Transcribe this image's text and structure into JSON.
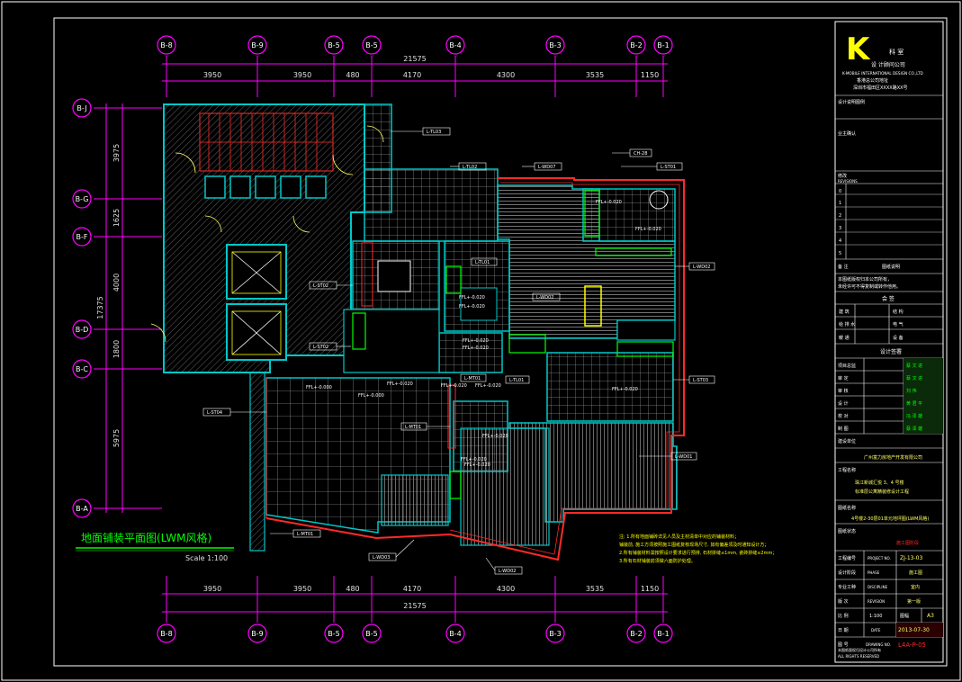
{
  "colors": {
    "background": "#000000",
    "frame": "#ffffff",
    "grid_magenta": "#ff00ff",
    "wall_cyan": "#00c8c8",
    "dim_white": "#e0e0e0",
    "red": "#ff2a2a",
    "green": "#00ff00",
    "yellow": "#ffff00",
    "title_text": "#ffff66"
  },
  "grid_top": [
    "B-8",
    "B-9",
    "B-5",
    "B-5",
    "B-4",
    "B-3",
    "B-2",
    "B-1"
  ],
  "grid_bottom": [
    "B-8",
    "B-9",
    "B-5",
    "B-5",
    "B-4",
    "B-3",
    "B-2",
    "B-1"
  ],
  "grid_left": [
    "B-J",
    "B-G",
    "B-F",
    "B-D",
    "B-C",
    "B-A"
  ],
  "dims_top": {
    "total": "21575",
    "segments": [
      "3950",
      "3950",
      "480",
      "4170",
      "4300",
      "3535",
      "1150"
    ]
  },
  "dims_bottom": {
    "total": "21575",
    "segments": [
      "3950",
      "3950",
      "480",
      "4170",
      "4300",
      "3535",
      "1150"
    ]
  },
  "dims_left": {
    "total": "17375",
    "segments": [
      "3975",
      "1625",
      "4000",
      "1800",
      "5975"
    ]
  },
  "drawing": {
    "title": "地面铺装平面图(LWM风格)",
    "scale": "Scale 1:100",
    "note_lines": [
      "注: 1.所有地面铺砖详见人员及主材清单中对应的铺装材料；",
      "铺装前, 施工方须按照施工图纸复核现场尺寸, 如有偏差须及时通知设计方；",
      "2.所有铺装材料需按照设计要求进行预排, 石材拼缝≤1mm, 瓷砖拼缝≤2mm；",
      "3.所有石材铺装前须做六面防护处理。"
    ],
    "tags": [
      "L-TL03",
      "L-TL02",
      "L-WD07",
      "L-ST01",
      "CH-28",
      "L-WD02",
      "L-ST02",
      "L-TL01",
      "L-TL01",
      "L-WD02",
      "L-ST02",
      "L-ST03",
      "L-ST04",
      "L-MT01",
      "L-WD01",
      "L-MT01",
      "L-WD03",
      "L-MT01",
      "L-WD02"
    ],
    "levels": [
      "FFL+-0.000",
      "FFL+-0.000",
      "FFL+-0.020",
      "FFL+-0.020",
      "FFL+-0.020",
      "FFL+-0.020",
      "FFL+-0.020",
      "FFL+-0.020",
      "FFL+-0.020",
      "FFL+-0.020",
      "FFL+-0.020",
      "FFL+-0.020",
      "FFL+-0.020",
      "FFL+-0.020",
      "FFL+-0.020"
    ]
  },
  "titleblock": {
    "logo_letter": "K",
    "logo_side": "科 室",
    "logo_line1": "设 计顾问公司",
    "logo_line2": "K-MOBILE INTERNATIONAL DESIGN CO.,LTD",
    "logo_line3": "香港总公司地址",
    "logo_line4": "深圳市福田区XXXX路XX号",
    "section_design": "设计说明图例",
    "section_client": "业主确认",
    "revision_header": "修改",
    "revision_header2": "REVISIONS",
    "revision_nos": [
      "0",
      "1",
      "2",
      "3",
      "4",
      "5"
    ],
    "remark_label": "备 注",
    "remark_value": "图纸说明",
    "remark_lines": [
      "本图纸版权归本公司所有，",
      "未经许可不得复制或转作他用。"
    ],
    "sign_header": [
      "会 签",
      ""
    ],
    "sign_rows": [
      {
        "label": "建 筑",
        "value": "结 构"
      },
      {
        "label": "给 排 水",
        "value": "电 气"
      },
      {
        "label": "暖 通",
        "value": "设 备"
      }
    ],
    "approval_header": "设计签署",
    "approval_rows": [
      {
        "label": "项目总监",
        "name": "蔡 文 进"
      },
      {
        "label": "审 定",
        "name": "蔡 文 进"
      },
      {
        "label": "审 核",
        "name": "刘 伟"
      },
      {
        "label": "设 计",
        "name": "黄 君 平"
      },
      {
        "label": "校 对",
        "name": "冯 泽 雄"
      },
      {
        "label": "制 图",
        "name": "蔡 泽 雄"
      }
    ],
    "client_label": "建设单位",
    "client_name": "广州富力房地产开发有限公司",
    "project_label": "工程名称",
    "project_line1": "珠江新城汇悦 3、4 号楼",
    "project_line2": "标准层公寓精装修设计工程",
    "drawing_label": "图纸名称",
    "drawing_name": "4号楼2-30层01单元地坪图(LWM风格)",
    "status_label": "图纸状态",
    "status_value": "施工图阶段",
    "fields": [
      {
        "label": "工程编号",
        "label_en": "PROJECT NO.",
        "value": "ZJ-13-03"
      },
      {
        "label": "设计阶段",
        "label_en": "PHASE",
        "value": "施工图"
      },
      {
        "label": "专业工种",
        "label_en": "DISCIPLINE",
        "value": "室内"
      },
      {
        "label": "版 次",
        "label_en": "REVISION",
        "value": "第一版"
      }
    ],
    "scale_label": "比 例",
    "scale_value": "1:100",
    "size_label": "图幅",
    "size_value": "A3",
    "date_label": "日 期",
    "date_label_en": "DATE",
    "date_value": "2013-07-30",
    "dwg_label": "图 号",
    "dwg_label_en": "DRAWING NO.",
    "dwg_value": "L4A-P-05",
    "footer_line1": "本图纸版权归设计公司所有",
    "footer_line2": "ALL RIGHTS RESERVED"
  }
}
